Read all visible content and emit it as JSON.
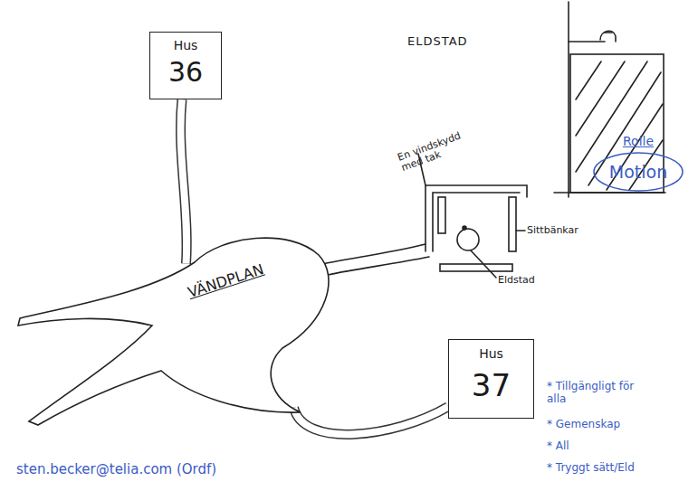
{
  "diagram": {
    "nodes": [
      {
        "text": [
          "Hus",
          "36"
        ]
      },
      {
        "text": [
          "Rolle",
          "Motion"
        ]
      },
      {
        "text": [
          "VÄNDPLAN"
        ]
      },
      {
        "text": [
          "Hus",
          "37"
        ]
      }
    ],
    "edges": [
      {
        "from": 0,
        "to": 2,
        "arrow": "none"
      },
      {
        "from": 2,
        "to": 3,
        "arrow": "none"
      }
    ],
    "labels": [
      "ELDSTAD",
      "En vindskydd med tak",
      "Sittbänkar",
      "Eldstad",
      "* Tillgängligt för alla",
      "* Gemenskap",
      "* All",
      "* Tryggt sätt/Eld",
      "sten.becker@telia.com (Ordf)"
    ]
  }
}
